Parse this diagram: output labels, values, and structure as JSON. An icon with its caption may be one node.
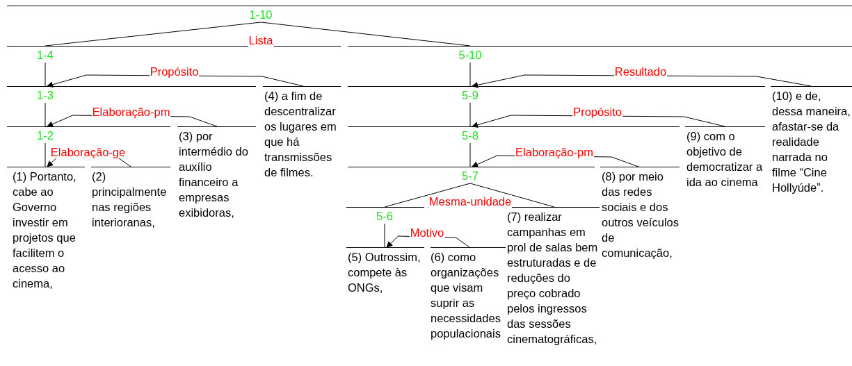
{
  "diagram": {
    "nodes": [
      {
        "text": [
          "1-10"
        ]
      },
      {
        "text": [
          "1-4"
        ]
      },
      {
        "text": [
          "5-10"
        ]
      },
      {
        "text": [
          "1-3"
        ]
      },
      {
        "text": [
          "(4) a fim de descentralizar os lugares em que há transmissões de filmes."
        ]
      },
      {
        "text": [
          "5-9"
        ]
      },
      {
        "text": [
          "(10) e de, dessa maneira, afastar-se da realidade narrada no filme “Cine Hollyúde”."
        ]
      },
      {
        "text": [
          "1-2"
        ]
      },
      {
        "text": [
          "(3) por intermédio do auxílio financeiro a empresas exibidoras,"
        ]
      },
      {
        "text": [
          "5-8"
        ]
      },
      {
        "text": [
          "(9) com o objetivo de democratizar a ida ao cinema"
        ]
      },
      {
        "text": [
          "(1) Portanto, cabe ao Governo investir em projetos que facilitem o acesso ao cinema,"
        ]
      },
      {
        "text": [
          "(2) principalmente nas regiões interioranas,"
        ]
      },
      {
        "text": [
          "5-7"
        ]
      },
      {
        "text": [
          "(8) por meio das redes sociais e dos outros veículos de comunicação,"
        ]
      },
      {
        "text": [
          "5-6"
        ]
      },
      {
        "text": [
          "(7) realizar campanhas em prol de salas bem estruturadas e de reduções do preço cobrado pelos ingressos das sessões cinematográficas,"
        ]
      },
      {
        "text": [
          "(5) Outrossim, compete às ONGs,"
        ]
      },
      {
        "text": [
          "(6) como organizações que visam suprir as necessidades populacionais"
        ]
      }
    ],
    "edges": [
      {
        "from": 0,
        "to": 1,
        "arrow": "none"
      },
      {
        "from": 0,
        "to": 2,
        "arrow": "none"
      },
      {
        "from": 1,
        "to": 3,
        "arrow": "none"
      },
      {
        "from": 4,
        "to": 3,
        "arrow": "to",
        "label": "Propósito"
      },
      {
        "from": 2,
        "to": 5,
        "arrow": "none"
      },
      {
        "from": 6,
        "to": 5,
        "arrow": "to",
        "label": "Resultado"
      },
      {
        "from": 3,
        "to": 7,
        "arrow": "none"
      },
      {
        "from": 8,
        "to": 7,
        "arrow": "to",
        "label": "Elaboração-pm"
      },
      {
        "from": 5,
        "to": 9,
        "arrow": "none"
      },
      {
        "from": 10,
        "to": 9,
        "arrow": "to",
        "label": "Propósito"
      },
      {
        "from": 7,
        "to": 11,
        "arrow": "none"
      },
      {
        "from": 12,
        "to": 11,
        "arrow": "to",
        "label": "Elaboração-ge"
      },
      {
        "from": 9,
        "to": 13,
        "arrow": "none"
      },
      {
        "from": 14,
        "to": 13,
        "arrow": "to",
        "label": "Elaboração-pm"
      },
      {
        "from": 13,
        "to": 15,
        "arrow": "none"
      },
      {
        "from": 13,
        "to": 16,
        "arrow": "none"
      },
      {
        "from": 15,
        "to": 17,
        "arrow": "none"
      },
      {
        "from": 18,
        "to": 17,
        "arrow": "to",
        "label": "Motivo"
      }
    ],
    "labels": [
      "Lista",
      "Mesma-unidade"
    ]
  }
}
